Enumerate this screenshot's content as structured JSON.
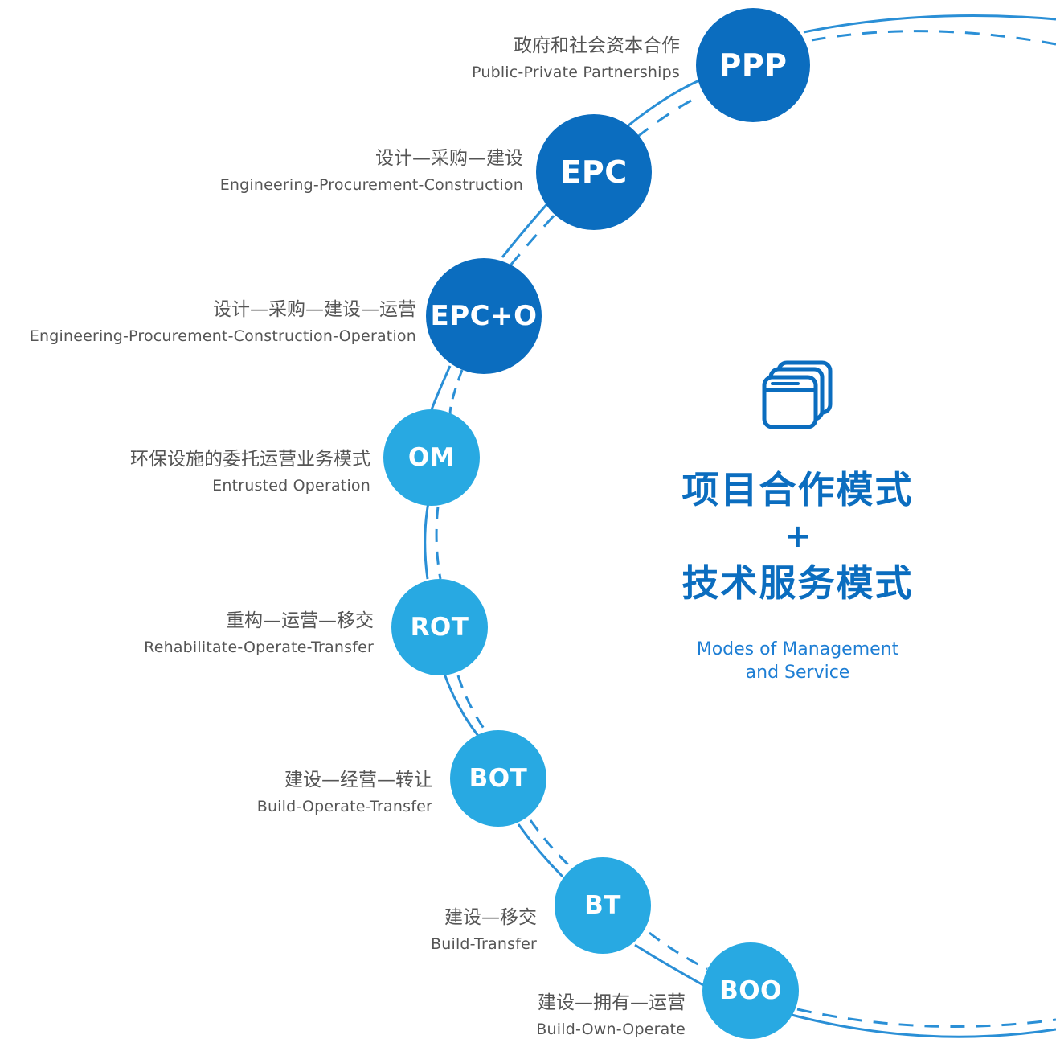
{
  "colors": {
    "dark_blue": "#0b6dbf",
    "light_blue": "#28a9e2",
    "arc_line": "#2a8fd6",
    "label_text": "#555555",
    "title_text": "#0b6dbf"
  },
  "center": {
    "icon": "window-stack-icon",
    "title_line1": "项目合作模式",
    "plus": "+",
    "title_line2": "技术服务模式",
    "subtitle_line1": "Modes of Management",
    "subtitle_line2": "and Service"
  },
  "nodes": [
    {
      "abbr": "PPP",
      "cn": "政府和社会资本合作",
      "en": "Public-Private Partnerships",
      "tone": "dark"
    },
    {
      "abbr": "EPC",
      "cn": "设计—采购—建设",
      "en": "Engineering-Procurement-Construction",
      "tone": "dark"
    },
    {
      "abbr": "EPC+O",
      "cn": "设计—采购—建设—运营",
      "en": "Engineering-Procurement-Construction-Operation",
      "tone": "dark"
    },
    {
      "abbr": "OM",
      "cn": "环保设施的委托运营业务模式",
      "en": "Entrusted Operation",
      "tone": "light"
    },
    {
      "abbr": "ROT",
      "cn": "重构—运营—移交",
      "en": "Rehabilitate-Operate-Transfer",
      "tone": "light"
    },
    {
      "abbr": "BOT",
      "cn": "建设—经营—转让",
      "en": "Build-Operate-Transfer",
      "tone": "light"
    },
    {
      "abbr": "BT",
      "cn": "建设—移交",
      "en": "Build-Transfer",
      "tone": "light"
    },
    {
      "abbr": "BOO",
      "cn": "建设—拥有—运营",
      "en": "Build-Own-Operate",
      "tone": "light"
    }
  ]
}
